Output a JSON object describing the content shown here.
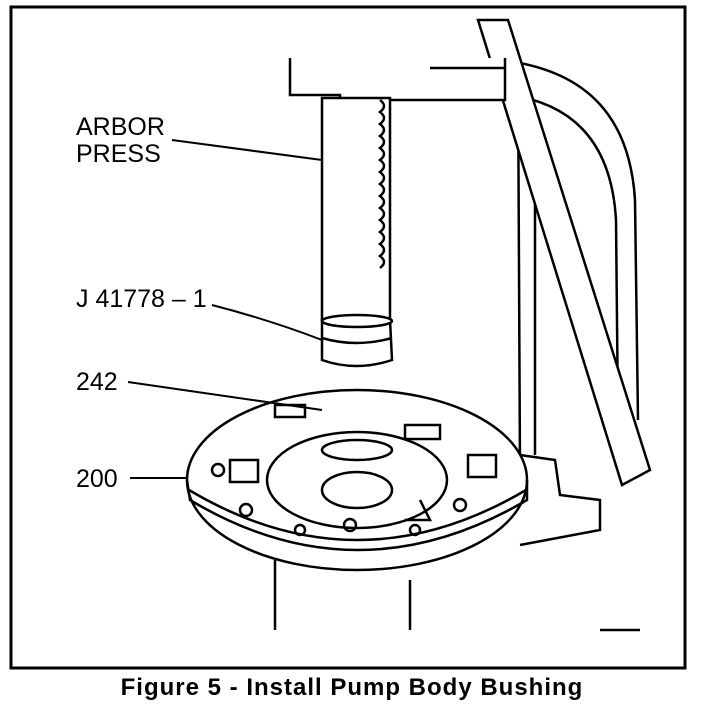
{
  "labels": {
    "arbor_press_line1": "ARBOR",
    "arbor_press_line2": "PRESS",
    "tool": "J 41778 – 1",
    "bushing": "242",
    "pump_body": "200"
  },
  "caption": "Figure 5 - Install Pump Body Bushing"
}
